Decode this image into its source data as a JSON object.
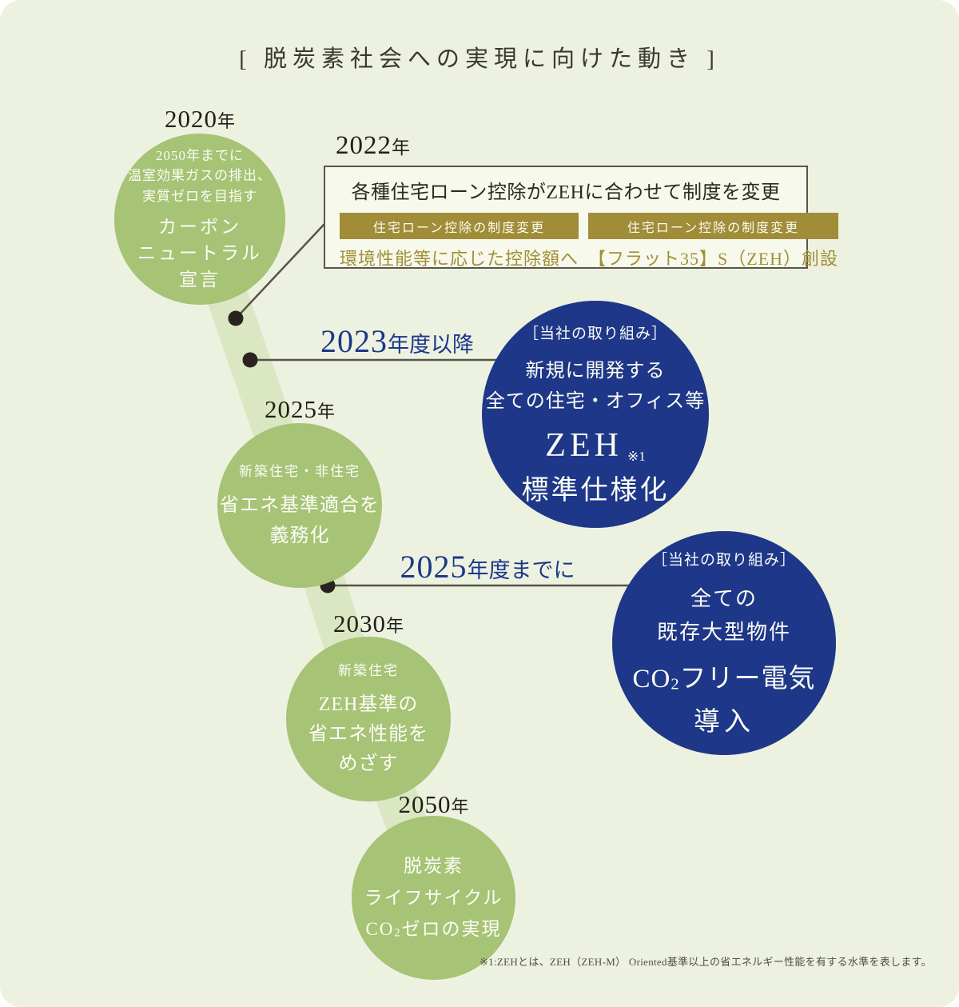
{
  "page": {
    "title": "[ 脱炭素社会への実現に向けた動き ]",
    "footnote": "※1:ZEHとは、ZEH（ZEH-M） Oriented基準以上の省エネルギー性能を有する水準を表します。"
  },
  "colors": {
    "background": "#edf2e0",
    "ribbon": "#dbe7c2",
    "green_circle": "#a6c376",
    "navy_circle": "#1e3789",
    "gold_badge": "#a18c38",
    "gold_text": "#a28e35",
    "connector_line": "#55544a",
    "dot": "#2a231d",
    "year_text": "#201f18",
    "phase_text": "#1c3789",
    "box_background": "#f6f9ec",
    "box_border": "#57564c",
    "circle_text": "#fcfdf5"
  },
  "timeline": {
    "node_2020": {
      "year": "2020",
      "year_suffix": "年",
      "lines_small": [
        "2050年までに",
        "温室効果ガスの排出、",
        "実質ゼロを目指す"
      ],
      "lines_large": [
        "カーボン",
        "ニュートラル",
        "宣言"
      ]
    },
    "node_2022": {
      "year": "2022",
      "year_suffix": "年",
      "heading": "各種住宅ローン控除がZEHに合わせて制度を変更",
      "items": [
        {
          "badge": "住宅ローン控除の制度変更",
          "text": "環境性能等に応じた控除額へ"
        },
        {
          "badge": "住宅ローン控除の制度変更",
          "text": "【フラット35】S（ZEH）創設"
        }
      ]
    },
    "node_2023": {
      "year": "2023",
      "year_suffix": "年度以降",
      "tag": "［当社の取り組み］",
      "lines": [
        "新規に開発する",
        "全ての住宅・オフィス等"
      ],
      "big1": "ZEH",
      "big1_note": "※1",
      "big2": "標準仕様化"
    },
    "node_2025_gov": {
      "year": "2025",
      "year_suffix": "年",
      "category": "新築住宅・非住宅",
      "lines": [
        "省エネ基準適合を",
        "義務化"
      ]
    },
    "node_2025_company": {
      "year": "2025",
      "year_suffix": "年度までに",
      "tag": "［当社の取り組み］",
      "lines": [
        "全ての",
        "既存大型物件"
      ],
      "co2_pre": "CO",
      "co2_sub": "2",
      "co2_post": "フリー電気",
      "big2": "導入"
    },
    "node_2030": {
      "year": "2030",
      "year_suffix": "年",
      "category": "新築住宅",
      "lines": [
        "ZEH基準の",
        "省エネ性能を",
        "めざす"
      ]
    },
    "node_2050": {
      "year": "2050",
      "year_suffix": "年",
      "lines": [
        "脱炭素",
        "ライフサイクル"
      ],
      "co2_pre": "CO",
      "co2_sub": "2",
      "co2_post": "ゼロの実現"
    }
  }
}
